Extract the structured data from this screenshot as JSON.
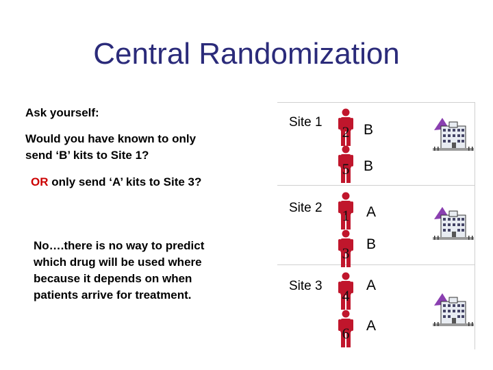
{
  "title": "Central Randomization",
  "left": {
    "ask": "Ask yourself:",
    "q1_line1": "Would you have known to only",
    "q1_line2": "send ‘B’ kits to Site 1?",
    "or_word": "OR",
    "q2_rest": " only send ‘A’ kits to Site 3?",
    "answer_line1": "No….there is no way to predict",
    "answer_line2": "which drug will be used where",
    "answer_line3": "because it depends on when",
    "answer_line4": "patients arrive for treatment."
  },
  "sites": [
    {
      "label": "Site 1",
      "patients": [
        {
          "number": "2",
          "kit": "B"
        },
        {
          "number": "5",
          "kit": "B"
        }
      ]
    },
    {
      "label": "Site 2",
      "patients": [
        {
          "number": "1",
          "kit": "A"
        },
        {
          "number": "3",
          "kit": "B"
        }
      ]
    },
    {
      "label": "Site 3",
      "patients": [
        {
          "number": "4",
          "kit": "A"
        },
        {
          "number": "6",
          "kit": "A"
        }
      ]
    }
  ],
  "colors": {
    "title": "#2b2b7a",
    "or": "#cc0000",
    "patient": "#c0162c"
  },
  "icons": {
    "patient": "person-figure-icon",
    "site": "hospital-building-icon"
  }
}
